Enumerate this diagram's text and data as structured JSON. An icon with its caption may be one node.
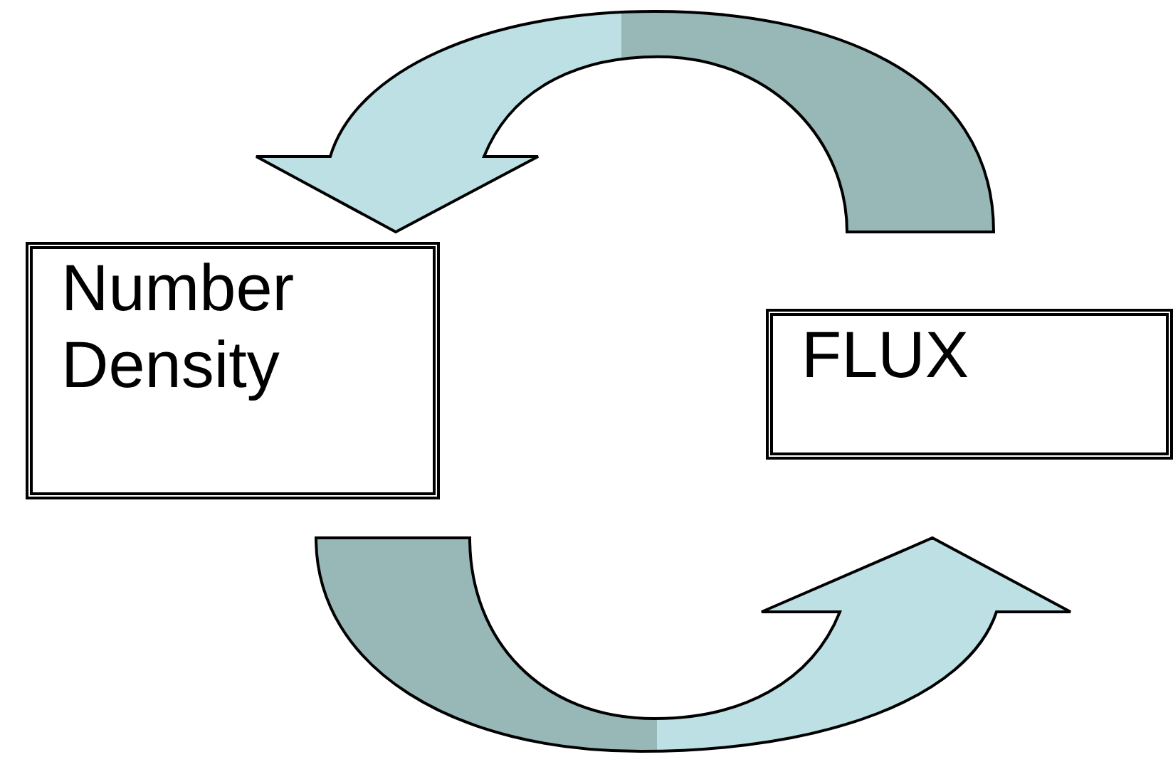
{
  "diagram": {
    "nodes": [
      {
        "text": [
          "Number Density"
        ]
      },
      {
        "text": [
          "FLUX"
        ]
      }
    ],
    "edges": [
      {
        "from": 1,
        "to": 0,
        "arrow": "to"
      },
      {
        "from": 0,
        "to": 1,
        "arrow": "to"
      }
    ]
  }
}
